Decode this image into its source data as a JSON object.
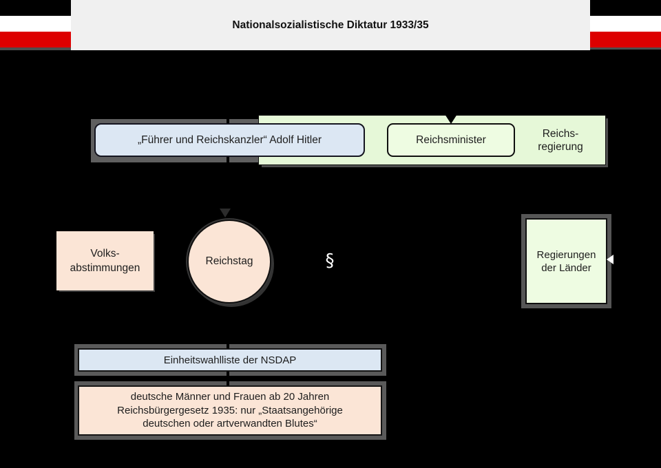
{
  "title": {
    "text": "Nationalsozialistische Diktatur 1933/35"
  },
  "colors": {
    "background": "#000000",
    "flag_black": "#000000",
    "flag_white": "#ffffff",
    "flag_red": "#dd0000",
    "title_bg": "#f0f0f0",
    "blue_fill": "#dce7f3",
    "green_container_fill": "#e6f8d8",
    "green_node_fill": "#eefce2",
    "peach_fill": "#fbe5d6",
    "shadow_gray": "#5a5a5a",
    "border_dark": "#0f0f0f",
    "text_dark": "#1d1d1d",
    "section_symbol_white": "#ffffff"
  },
  "government": {
    "fuehrer_label": "„Führer und Reichskanzler“ Adolf Hitler",
    "minister_label": "Reichsminister",
    "container_label_line1": "Reichs-",
    "container_label_line2": "regierung"
  },
  "middle": {
    "volks_line1": "Volks-",
    "volks_line2": "abstimmungen",
    "reichstag_label": "Reichstag",
    "section_symbol": "§",
    "laender_line1": "Regierungen",
    "laender_line2": "der Länder"
  },
  "bottom": {
    "einheitswahlliste_label": "Einheitswahlliste der NSDAP",
    "citizens_line1": "deutsche Männer und Frauen ab 20 Jahren",
    "citizens_line2": "Reichsbürgergesetz 1935: nur „Staatsangehörige",
    "citizens_line3": "deutschen oder artverwandten Blutes“"
  }
}
